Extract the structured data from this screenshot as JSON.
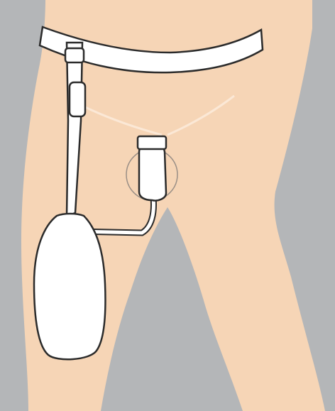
{
  "illustration": {
    "colors": {
      "background": "#b4b6b8",
      "skin": "#f6d5b6",
      "outline": "#2b2b2b",
      "device": "#ffffff",
      "skin_line": "#fbe8d6"
    },
    "parts": [
      "belt",
      "strap",
      "strap-clip",
      "urine-bag",
      "drainage-tube",
      "collector",
      "collector-ring"
    ]
  }
}
